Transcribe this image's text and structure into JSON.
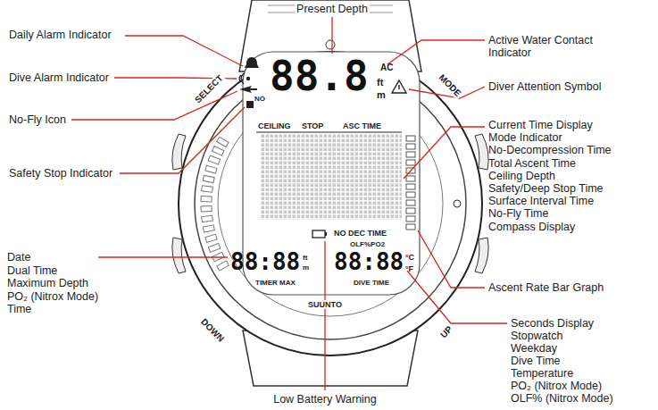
{
  "diagram": {
    "labels": [
      "Present Depth",
      "Daily Alarm Indicator",
      "Dive Alarm Indicator",
      "No-Fly Icon",
      "Safety Stop Indicator",
      "Date",
      "Dual Time",
      "Maximum Depth",
      "PO₂ (Nitrox Mode)",
      "Time",
      "Low Battery Warning",
      "Active Water Contact Indicator",
      "Diver Attention Symbol",
      "Current Time Display",
      "Mode Indicator",
      "No-Decompression Time",
      "Total Ascent Time",
      "Ceiling Depth",
      "Safety/Deep Stop Time",
      "Surface Interval Time",
      "No-Fly Time",
      "Compass Display",
      "Ascent Rate Bar Graph",
      "Seconds Display",
      "Stopwatch",
      "Weekday",
      "Dive Time",
      "Temperature",
      "PO₂ (Nitrox Mode)",
      "OLF% (Nitrox Mode)",
      "SELECT",
      "MODE",
      "DOWN",
      "UP",
      "88.8",
      "AC",
      "ft",
      "m",
      "NO",
      "CEILING",
      "STOP",
      "ASC TIME",
      "NO DEC TIME",
      "OLF%PO2",
      "88:88",
      "ft",
      "m",
      "88:88",
      "°C",
      "°F",
      "TIMER MAX",
      "DIVE TIME",
      "SUUNTO"
    ]
  }
}
